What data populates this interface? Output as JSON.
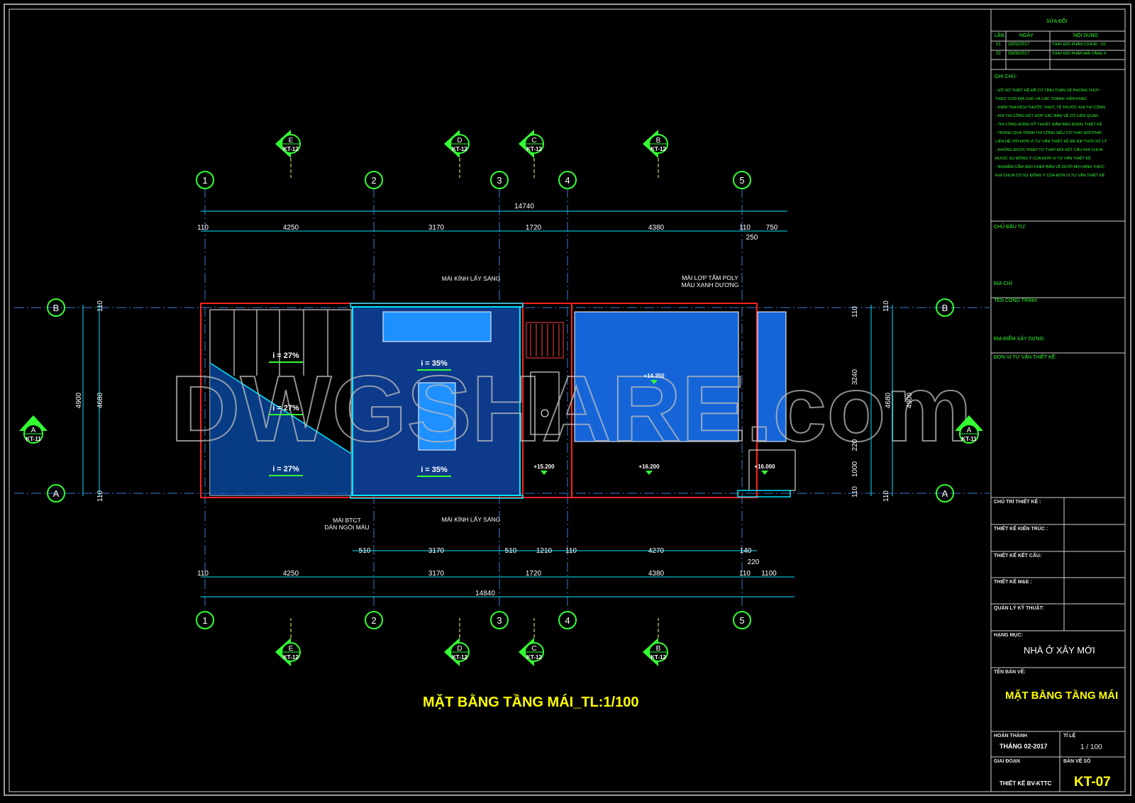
{
  "drawing": {
    "title": "MẶT BẰNG TẦNG MÁI_TL:1/100",
    "watermark": "DWGSHARE.com",
    "grid_columns": [
      "1",
      "2",
      "3",
      "4",
      "5"
    ],
    "grid_rows": [
      "A",
      "B"
    ],
    "section_markers": [
      {
        "letter": "E",
        "sheet": "KT-12"
      },
      {
        "letter": "D",
        "sheet": "KT-12"
      },
      {
        "letter": "C",
        "sheet": "KT-12"
      },
      {
        "letter": "B",
        "sheet": "KT-12"
      }
    ],
    "side_markers": [
      {
        "letter": "A",
        "sheet": "KT-11"
      },
      {
        "letter": "A",
        "sheet": "KT-11"
      }
    ],
    "top_dims": {
      "overall": "14740",
      "segments": [
        "110",
        "4250",
        "3170",
        "1720",
        "4380",
        "110",
        "750"
      ],
      "extra": "250"
    },
    "bottom_dims": {
      "row1": [
        "510",
        "3170",
        "510",
        "1210",
        "110",
        "4270",
        "140"
      ],
      "row1_extra": "220",
      "row2": [
        "110",
        "4250",
        "3170",
        "1720",
        "4380",
        "110",
        "1100"
      ],
      "overall": "14840"
    },
    "left_dims": {
      "overall": "4900",
      "inner": "4680",
      "top": "110",
      "bottom": "110"
    },
    "right_dims": {
      "overall": "4900",
      "inner": "4680",
      "parts": [
        "110",
        "3240",
        "220",
        "1000",
        "110"
      ],
      "outer_top": "110",
      "outer_bottom": "110"
    },
    "labels": {
      "glass_roof_top": "MÁI KÍNH LẤY SÁNG",
      "poly_roof_1": "MÁI LỢP TẤM POLY",
      "poly_roof_2": "MÀU XANH DƯƠNG",
      "btct_roof_1": "MÁI BTCT",
      "btct_roof_2": "DÁN NGÓI MÀU",
      "glass_roof_bottom": "MÁI KÍNH LẤY SÁNG"
    },
    "slopes": [
      "i = 27%",
      "i = 27%",
      "i = 27%",
      "i = 35%",
      "i = 35%"
    ],
    "levels": [
      "+14.350",
      "+15.200",
      "+16.200",
      "+16.000"
    ]
  },
  "title_block": {
    "revisions_title": "SỬA ĐỔI",
    "rev_headers": [
      "LẦN",
      "NGÀY",
      "NỘI DUNG"
    ],
    "revisions": [
      {
        "no": "01",
        "date": "15/02/2017",
        "content": "THAY ĐỔI PHẦN CỬA ĐI - D1"
      },
      {
        "no": "02",
        "date": "09/05/2017",
        "content": "THAY ĐỔI PHẦN MÁI TẦNG 4"
      }
    ],
    "notes_title": "GHI CHÚ:",
    "notes": [
      "- HỒ SƠ THIẾT KẾ ĐÃ CÓ TÍNH TOÁN VỀ PHONG THỦY",
      "  THEO TUỔI ĐỊA CHỦ VÀ CÁC THÀNH VIÊN KHÁC",
      "- KIỂM TRA KÍCH THƯỚC THỰC TẾ TRƯỚC KHI THI CÔNG",
      "- KHI THI CÔNG KẾT HỢP CÁC BẢN VẼ CÓ LIÊN QUAN",
      "- THI CÔNG ĐÚNG KỸ THUẬT, ĐẢM BẢO ĐÚNG THIẾT KẾ",
      "- TRONG QUÁ TRÌNH THI CÔNG NẾU CÓ THAY ĐỔI PHẢI",
      "  LIÊN HỆ VỚI ĐƠN VỊ TƯ VẤN THIẾT KẾ ĐỂ KỊP THỜI XỬ LÝ",
      "- KHÔNG ĐƯỢC PHÉP TỰ THAY ĐỔI KẾT CẤU KHI CHƯA",
      "  ĐƯỢC SỰ ĐỒNG Ý CỦA ĐƠN VỊ TƯ VẤN THIẾT KẾ",
      "- NGHIÊM CẤM SAO CHÉP BẢN VẼ DƯỚI MỌI HÌNH THỨC",
      "  KHI CHƯA CÓ SỰ ĐỒNG Ý CỦA ĐƠN VỊ TƯ VẤN THIẾT KẾ"
    ],
    "owner": "CHỦ ĐẦU TƯ:",
    "address": "ĐỊA CHỈ:",
    "project": "TÊN CÔNG TRÌNH:",
    "site": "ĐỊA ĐIỂM XÂY DỰNG:",
    "consultant": "ĐƠN VỊ TƯ VẤN THIẾT KẾ:",
    "roles": [
      "CHỦ TRÌ THIẾT KẾ :",
      "THIẾT KẾ KIẾN TRÚC :",
      "THIẾT KẾ KẾT CẤU:",
      "THIẾT KẾ M&E :",
      "QUẢN LÝ KỸ THUẬT:"
    ],
    "category_label": "HẠNG MỤC:",
    "category_value": "NHÀ Ở XÂY MỚI",
    "sheet_name_label": "TÊN BẢN VẼ:",
    "sheet_name_value": "MẶT BẰNG TẦNG MÁI",
    "completed_label": "HOÀN THÀNH",
    "completed_value": "THÁNG 02-2017",
    "scale_label": "TỈ LỆ",
    "scale_value": "1 / 100",
    "phase_label": "GIAI ĐOẠN",
    "phase_value": "THIẾT KẾ BV-KTTC",
    "sheet_no_label": "BẢN VẼ SỐ",
    "sheet_no_value": "KT-07"
  },
  "colors": {
    "grid": "#33ff33",
    "dim": "#00e5ff",
    "wall": "#ff2020",
    "hatch": "#1e90ff",
    "title": "#ffff00"
  }
}
